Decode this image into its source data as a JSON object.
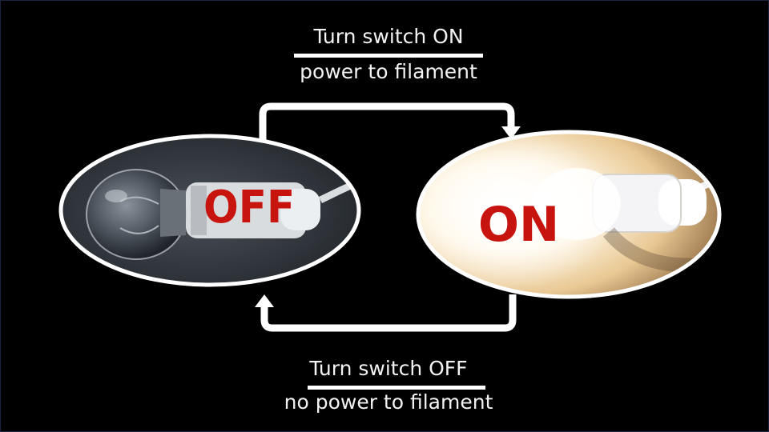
{
  "captions": {
    "on_line1": "Turn switch ON",
    "on_line2": "power to filament",
    "off_line1": "Turn switch OFF",
    "off_line2": "no power to filament"
  },
  "states": {
    "off_label": "OFF",
    "on_label": "ON"
  },
  "colors": {
    "background": "#000000",
    "caption_text": "#f2f2f2",
    "state_label": "#c8140e",
    "arrows": "#ffffff"
  }
}
